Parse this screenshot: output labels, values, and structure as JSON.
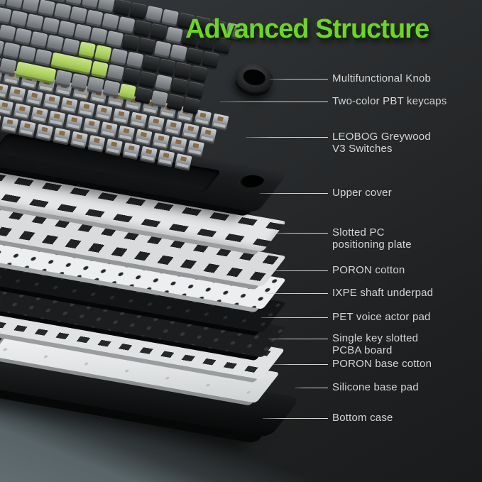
{
  "title": {
    "text": "Advanced Structure"
  },
  "colors": {
    "title_green": "#6cd71e",
    "label_text": "#d5d5d5",
    "keycap_green": "#abd05c",
    "keycap_gray": "#7f8387",
    "keycap_black": "#222426",
    "switch_housing": "#a7acb0",
    "switch_stem_brown": "#8a6a40",
    "plate_white": "#e3e5e6",
    "plate_black": "#1b1d1f",
    "background_dark": "#232527",
    "surface_gray": "#5d696c"
  },
  "callouts": [
    {
      "name": "multifunctional-knob",
      "lines": [
        "Multifunctional Knob"
      ]
    },
    {
      "name": "pbt-keycaps",
      "lines": [
        "Two-color PBT keycaps"
      ]
    },
    {
      "name": "greywood-v3-switches",
      "lines": [
        "LEOBOG Greywood",
        "V3 Switches"
      ]
    },
    {
      "name": "upper-cover",
      "lines": [
        "Upper cover"
      ]
    },
    {
      "name": "positioning-plate",
      "lines": [
        "Slotted PC",
        "positioning plate"
      ]
    },
    {
      "name": "poron-cotton",
      "lines": [
        "PORON cotton"
      ]
    },
    {
      "name": "ixpe-shaft-underpad",
      "lines": [
        "IXPE shaft underpad"
      ]
    },
    {
      "name": "pet-voice-actor-pad",
      "lines": [
        "PET voice actor pad"
      ]
    },
    {
      "name": "pcba-board",
      "lines": [
        "Single key slotted",
        "PCBA board"
      ]
    },
    {
      "name": "poron-base-cotton",
      "lines": [
        "PORON base cotton"
      ]
    },
    {
      "name": "silicone-base-pad",
      "lines": [
        "Silicone base pad"
      ]
    },
    {
      "name": "bottom-case",
      "lines": [
        "Bottom case"
      ]
    }
  ],
  "keyboard": {
    "legend": "g=gray key, k=black key, a=green key, A=2u green, s=2.5u green, G=1.5u gray",
    "rows": [
      "agggggggkkggkkkg",
      "ggggggggggkkgkkk",
      "Aggggggggkkggkk",
      "ggggggggaaggkkkk",
      "gggggggsagkkgkk",
      "gggGgsggggakgkk"
    ],
    "switch_rows": 4,
    "switches_per_row": 14
  }
}
